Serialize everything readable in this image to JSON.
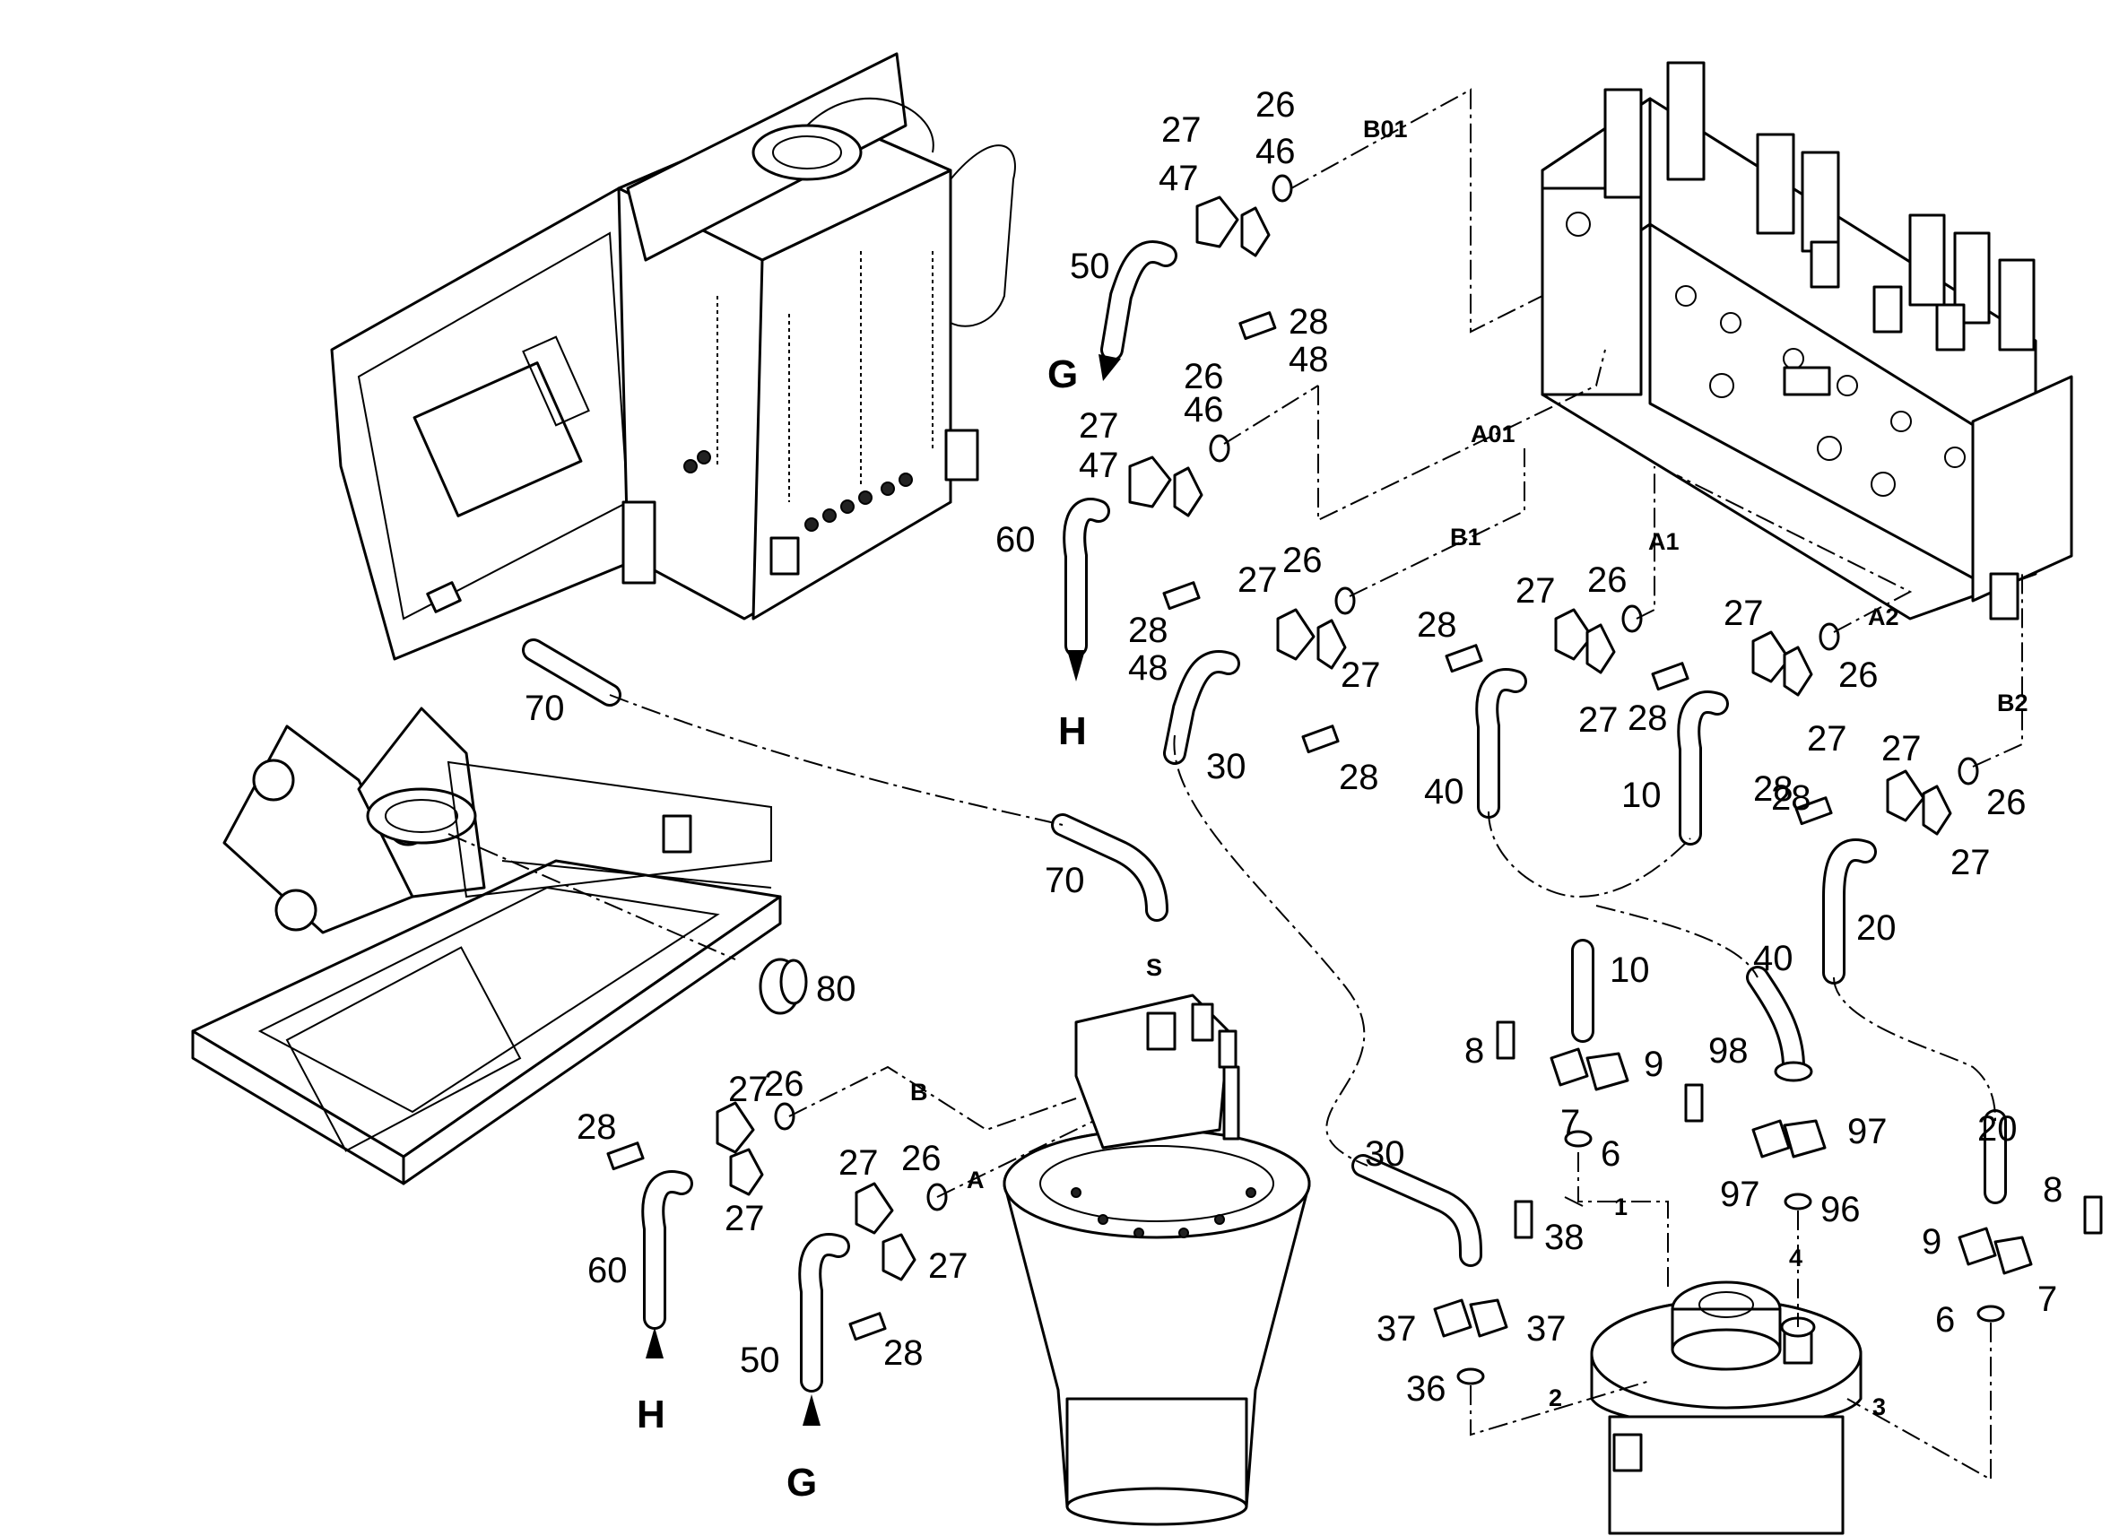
{
  "connections": {
    "B01": "B01",
    "A01": "A01",
    "B1": "B1",
    "A1": "A1",
    "A2": "A2",
    "B2": "B2",
    "S": "S",
    "B": "B",
    "A": "A",
    "P1": "1",
    "P2": "2",
    "P3": "3",
    "P4": "4"
  },
  "routes": {
    "G": "G",
    "H": "H"
  },
  "part_labels": [
    "26",
    "46",
    "27",
    "47",
    "50",
    "28",
    "48",
    "26",
    "46",
    "27",
    "47",
    "60",
    "28",
    "48",
    "26",
    "27",
    "27",
    "28",
    "30",
    "28",
    "27",
    "26",
    "28",
    "40",
    "27",
    "27",
    "26",
    "28",
    "10",
    "27",
    "27",
    "26",
    "28",
    "27",
    "20",
    "70",
    "70",
    "80",
    "10",
    "40",
    "8",
    "9",
    "7",
    "98",
    "97",
    "97",
    "6",
    "30",
    "38",
    "37",
    "37",
    "36",
    "96",
    "20",
    "8",
    "9",
    "7",
    "6",
    "27",
    "26",
    "28",
    "27",
    "60",
    "27",
    "26",
    "27",
    "50",
    "28"
  ]
}
